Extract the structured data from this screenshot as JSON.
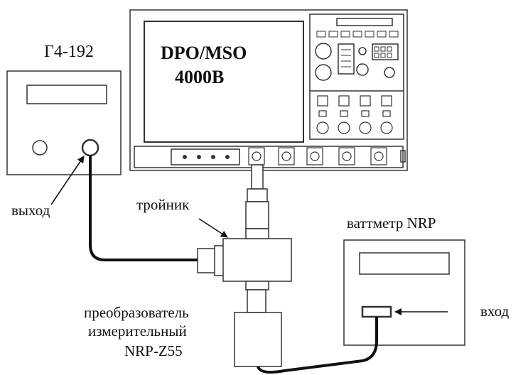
{
  "scope_label_line1": "DPO/MSO",
  "scope_label_line2": "4000B",
  "generator_label": "Г4-192",
  "output_label": "выход",
  "tee_label": "тройник",
  "power_meter_label": "ваттметр NRP",
  "input_label": "вход",
  "sensor_label_line1": "преобразователь",
  "sensor_label_line2": "измерительный",
  "sensor_label_line3": "NRP-Z55"
}
